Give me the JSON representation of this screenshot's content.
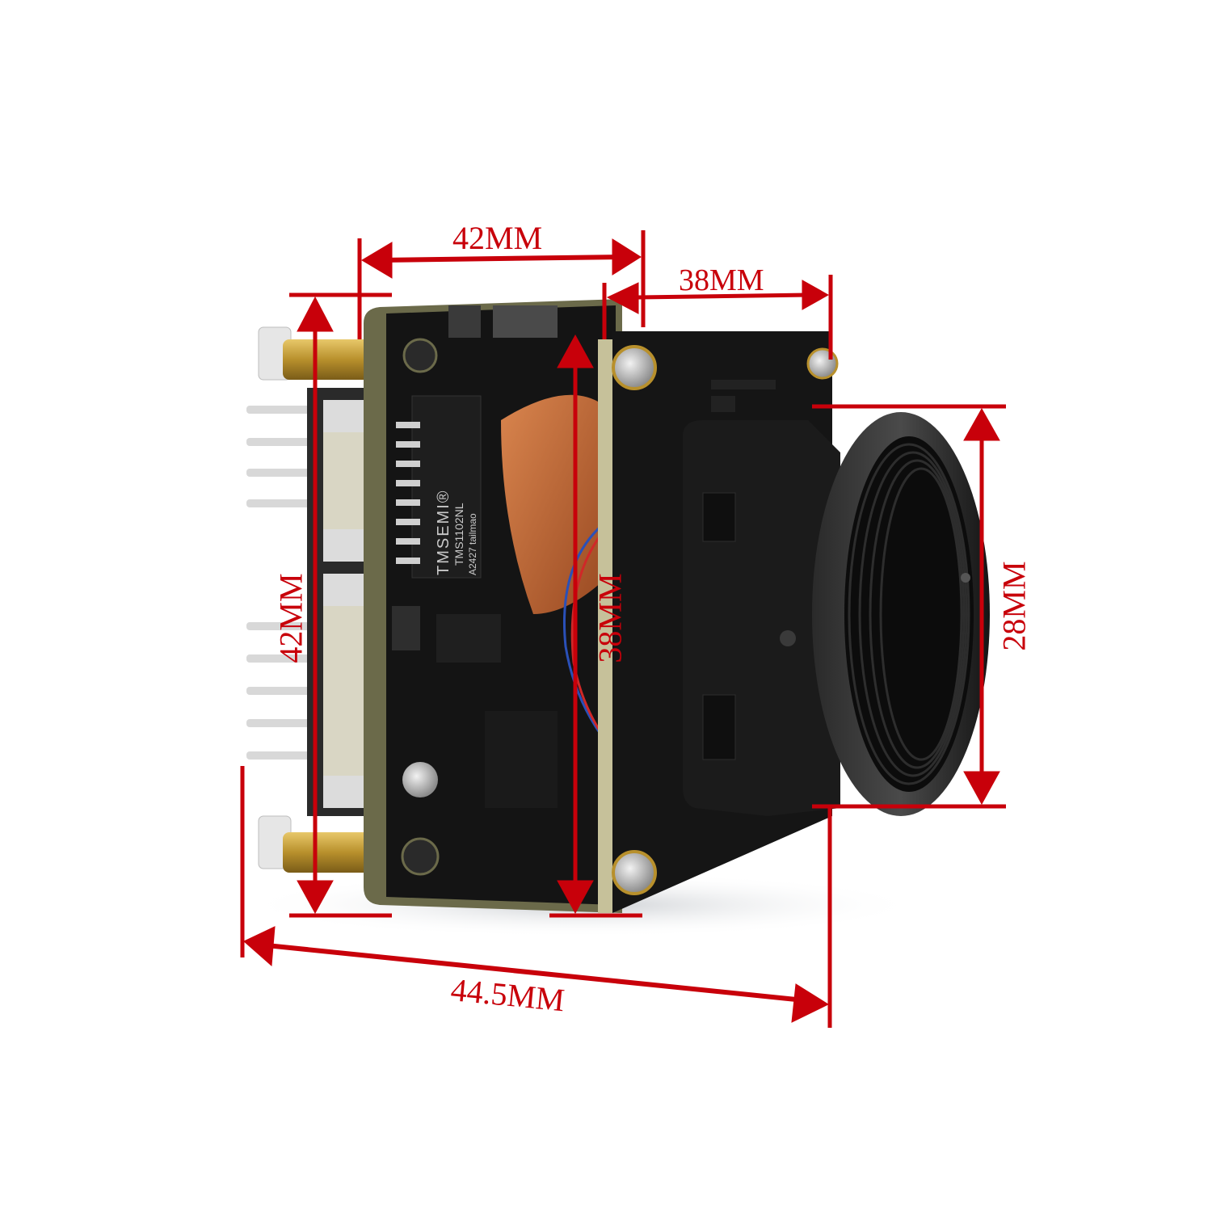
{
  "product": {
    "subject": "IP camera board module with lens mount",
    "colors": {
      "annotation_red": "#c8000a",
      "pcb_black": "#141414",
      "pcb_edge": "#6b6a4a",
      "brass": "#c9a23a",
      "flex_cable": "#c86a3a",
      "lens_mount": "#1c1c1c",
      "background": "#ffffff"
    }
  },
  "dimensions": {
    "top_width": "42MM",
    "top_depth": "38MM",
    "left_height": "42MM",
    "mid_height": "38MM",
    "lens_height": "28MM",
    "bottom_length": "44.5MM"
  },
  "chip": {
    "brand": "TMSEMI®",
    "part": "TMS1102NL",
    "code": "A2427 tailmao"
  }
}
